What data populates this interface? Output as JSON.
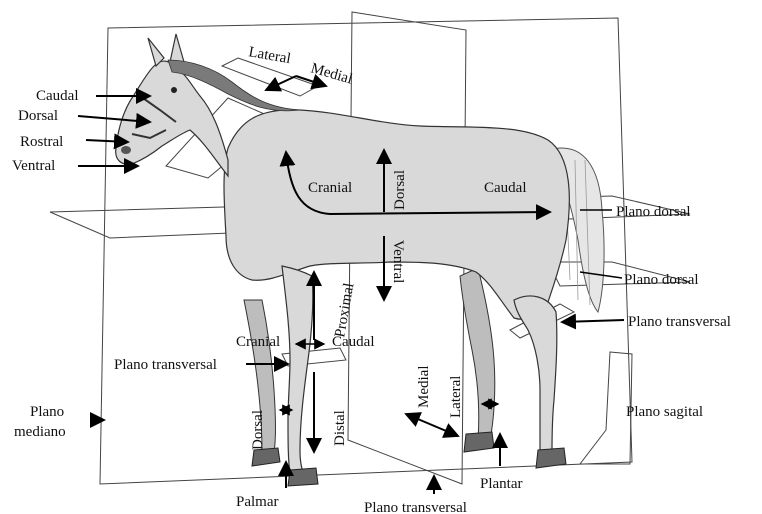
{
  "labels": {
    "caudal_head": "Caudal",
    "dorsal_head": "Dorsal",
    "rostral": "Rostral",
    "ventral_head": "Ventral",
    "lateral_top": "Lateral",
    "medial_top": "Medial",
    "cranial_body": "Cranial",
    "dorsal_body": "Dorsal",
    "caudal_body": "Caudal",
    "ventral_body": "Ventral",
    "plano_dorsal_1": "Plano dorsal",
    "plano_dorsal_2": "Plano dorsal",
    "plano_transversal_right": "Plano transversal",
    "proximal": "Proximal",
    "cranial_leg": "Cranial",
    "caudal_leg": "Caudal",
    "plano_transversal_left": "Plano transversal",
    "plano_mediano_1": "Plano",
    "plano_mediano_2": "mediano",
    "dorsal_leg": "Dorsal",
    "distal": "Distal",
    "medial_mid": "Medial",
    "lateral_mid": "Lateral",
    "plano_sagital": "Plano sagital",
    "plantar": "Plantar",
    "palmar": "Palmar",
    "plano_transversal_bottom": "Plano transversal"
  }
}
